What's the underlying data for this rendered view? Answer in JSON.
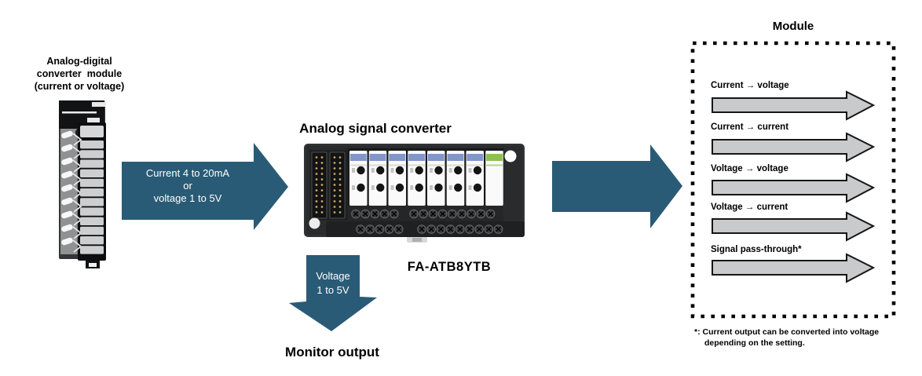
{
  "colors": {
    "accent_blue": "#2A5B76",
    "arrow_text": "#FFFFFF",
    "text": "#000000",
    "arrow_gray_fill": "#C9CACB",
    "arrow_gray_stroke": "#161616",
    "module_band_blue": "#8196CB",
    "module_band_green": "#8CC152"
  },
  "left_module": {
    "label_lines": [
      "Analog-digital",
      "converter  module",
      "(current or voltage)"
    ]
  },
  "input_arrow": {
    "lines": [
      "Current 4 to 20mA",
      "or",
      "voltage 1 to 5V"
    ]
  },
  "converter": {
    "title": "Analog signal converter",
    "model": "FA-ATB8YTB"
  },
  "monitor_arrow": {
    "lines": [
      "Voltage",
      "1 to 5V"
    ],
    "output_label": "Monitor output"
  },
  "module_box": {
    "title": "Module",
    "conversions": [
      {
        "label": "Current → voltage"
      },
      {
        "label": "Current → current"
      },
      {
        "label": "Voltage → voltage"
      },
      {
        "label": "Voltage → current"
      },
      {
        "label": "Signal pass-through*"
      }
    ],
    "footnote_lines": [
      "*: Current output can be converted into voltage",
      "depending on the setting."
    ]
  }
}
